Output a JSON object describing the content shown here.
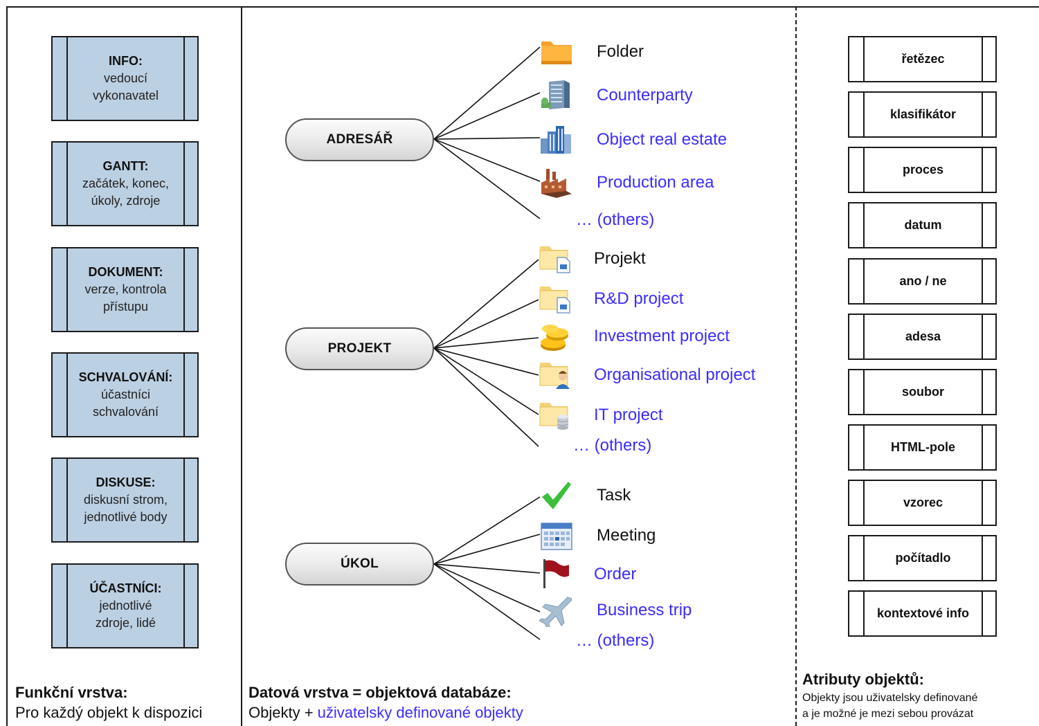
{
  "function_layer": {
    "boxes": [
      {
        "title": "INFO:",
        "lines": [
          "vedoucí",
          "vykonavatel"
        ]
      },
      {
        "title": "GANTT:",
        "lines": [
          "začátek, konec,",
          "úkoly, zdroje"
        ]
      },
      {
        "title": "DOKUMENT:",
        "lines": [
          "verze, kontrola",
          "přístupu"
        ]
      },
      {
        "title": "SCHVALOVÁNÍ:",
        "lines": [
          "účastníci",
          "schvalování"
        ]
      },
      {
        "title": "DISKUSE:",
        "lines": [
          "diskusní strom,",
          "jednotlivé body"
        ]
      },
      {
        "title": "ÚČASTNÍCI:",
        "lines": [
          "jednotlivé",
          "zdroje, lidé"
        ]
      }
    ],
    "footer_title": "Funkční vrstva:",
    "footer_text": "Pro každý objekt k dispozici"
  },
  "data_layer": {
    "groups": [
      {
        "name": "ADRESÁŘ",
        "items": [
          {
            "label": "Folder",
            "color": "black",
            "icon": "folder-icon"
          },
          {
            "label": "Counterparty",
            "color": "blue",
            "icon": "building-icon"
          },
          {
            "label": "Object real estate",
            "color": "blue",
            "icon": "skyscrapers-icon"
          },
          {
            "label": "Production area",
            "color": "blue",
            "icon": "factory-icon"
          },
          {
            "label": "… (others)",
            "color": "blue",
            "icon": ""
          }
        ]
      },
      {
        "name": "PROJEKT",
        "items": [
          {
            "label": "Projekt",
            "color": "black",
            "icon": "project-folder-icon"
          },
          {
            "label": "R&D project",
            "color": "blue",
            "icon": "project-folder-icon"
          },
          {
            "label": "Investment project",
            "color": "blue",
            "icon": "coins-icon"
          },
          {
            "label": "Organisational project",
            "color": "blue",
            "icon": "person-folder-icon"
          },
          {
            "label": "IT project",
            "color": "blue",
            "icon": "database-folder-icon"
          },
          {
            "label": "… (others)",
            "color": "blue",
            "icon": ""
          }
        ]
      },
      {
        "name": "ÚKOL",
        "items": [
          {
            "label": "Task",
            "color": "black",
            "icon": "checkmark-icon"
          },
          {
            "label": "Meeting",
            "color": "black",
            "icon": "calendar-icon"
          },
          {
            "label": "Order",
            "color": "blue",
            "icon": "flag-icon"
          },
          {
            "label": "Business trip",
            "color": "blue",
            "icon": "airplane-icon"
          },
          {
            "label": "… (others)",
            "color": "blue",
            "icon": ""
          }
        ]
      }
    ],
    "footer_title": "Datová vrstva = objektová databáze:",
    "footer_text_prefix": "Objekty + ",
    "footer_text_link": "uživatelsky definované objekty"
  },
  "attributes": {
    "boxes": [
      "řetězec",
      "klasifikátor",
      "proces",
      "datum",
      "ano / ne",
      "adesa",
      "soubor",
      "HTML-pole",
      "vzorec",
      "počítadlo",
      "kontextové info"
    ],
    "footer_title": "Atributy objektů:",
    "footer_line1": "Objekty jsou uživatelsky definované",
    "footer_line2": "a je možné je mezi sebou provázat"
  },
  "colors": {
    "box_fill": "#bcd0e3",
    "link_blue": "#3b2cff",
    "text": "#111111"
  }
}
